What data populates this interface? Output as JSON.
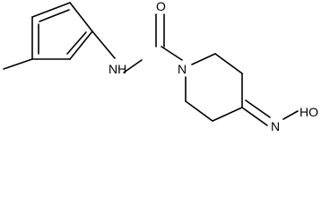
{
  "molecule": {
    "atoms": {
      "carbonyl_oxygen": "O",
      "amide_nh": "NH",
      "piperidine_n": "N",
      "oxime_n": "N",
      "hydroxyl": "HO"
    }
  },
  "colors": {
    "bond": "#000000",
    "label": "#000000",
    "background": "#ffffff"
  }
}
